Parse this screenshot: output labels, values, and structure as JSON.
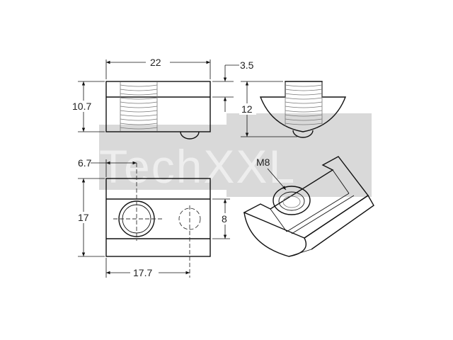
{
  "watermark": {
    "text": "TechXXL",
    "color": "#d9d9d9"
  },
  "dimensions": {
    "width": "22",
    "step": "3.5",
    "height_side": "10.7",
    "height_end": "12",
    "hole_offset": "6.7",
    "height_top": "17",
    "slot_8": "8",
    "length_177": "17.7",
    "thread": "M8"
  }
}
